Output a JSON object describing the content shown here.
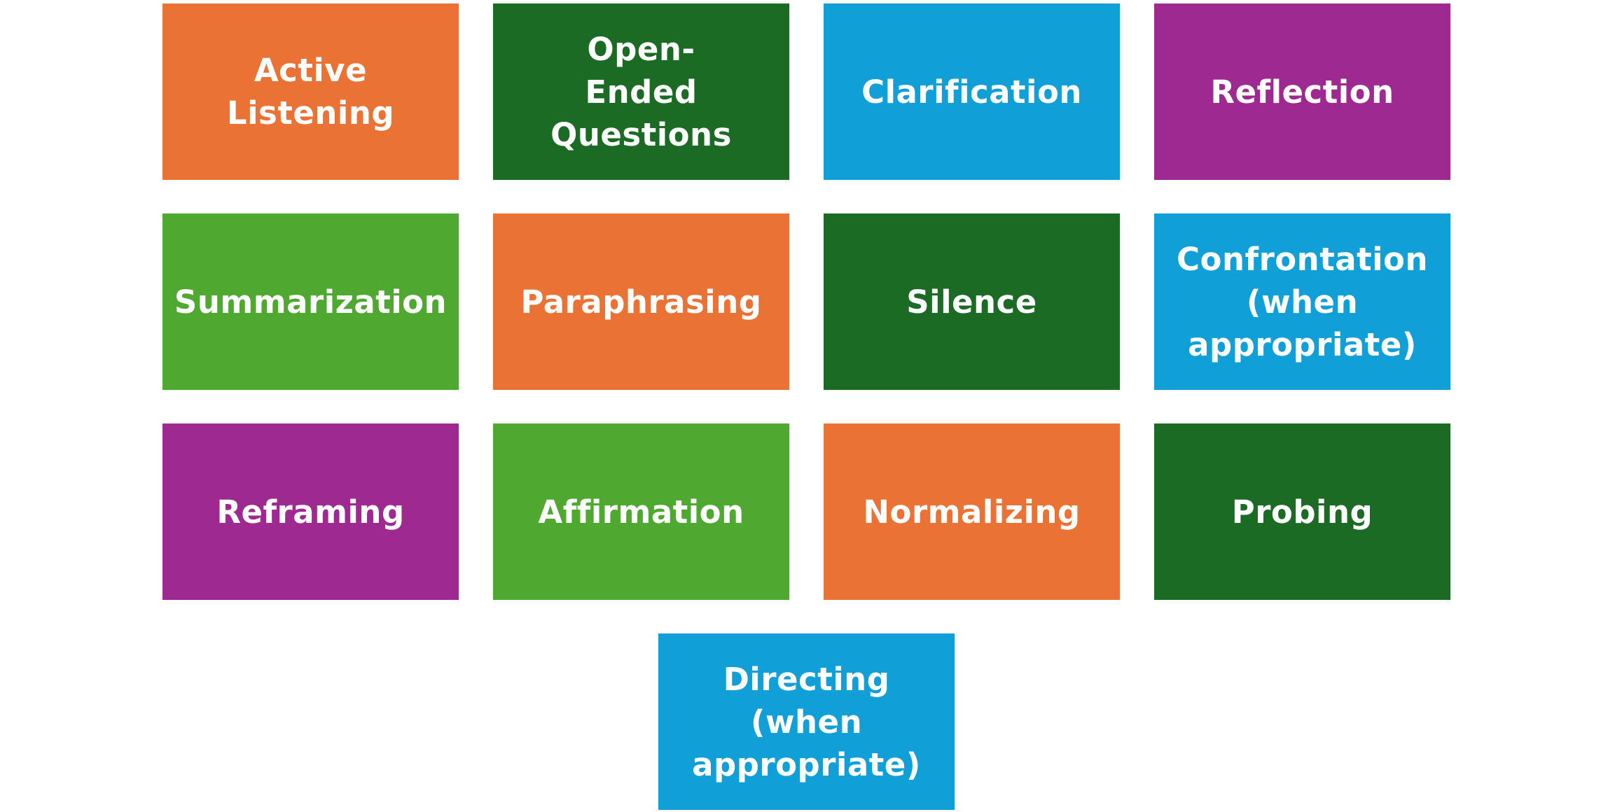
{
  "colors": {
    "orange": "#EA7234",
    "dark_green": "#1B6B24",
    "blue": "#119FD8",
    "purple": "#9E2A91",
    "light_green": "#4FA830",
    "text": "#FFFFFF"
  },
  "tiles": [
    {
      "label": "Active Listening",
      "color": "orange"
    },
    {
      "label": "Open-Ended Questions",
      "color": "dark_green"
    },
    {
      "label": "Clarification",
      "color": "blue"
    },
    {
      "label": "Reflection",
      "color": "purple"
    },
    {
      "label": "Summarization",
      "color": "light_green"
    },
    {
      "label": "Paraphrasing",
      "color": "orange"
    },
    {
      "label": "Silence",
      "color": "dark_green"
    },
    {
      "label": "Confrontation (when appropriate)",
      "color": "blue"
    },
    {
      "label": "Reframing",
      "color": "purple"
    },
    {
      "label": "Affirmation",
      "color": "light_green"
    },
    {
      "label": "Normalizing",
      "color": "orange"
    },
    {
      "label": "Probing",
      "color": "dark_green"
    },
    {
      "label": "Directing (when appropriate)",
      "color": "blue"
    }
  ]
}
